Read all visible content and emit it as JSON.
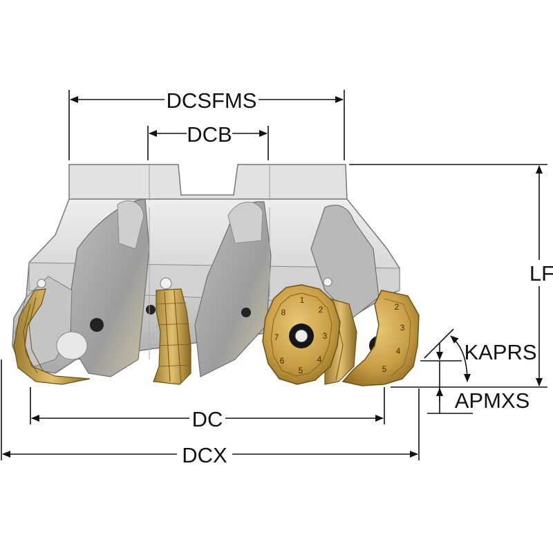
{
  "dimensions": {
    "dcsfms": "DCSFMS",
    "dcb": "DCB",
    "lf": "LF",
    "kaprs": "KAPRS",
    "apmxs": "APMXS",
    "dc": "DC",
    "dcx": "DCX"
  },
  "insert_markings": {
    "front_insert": [
      "1",
      "2",
      "3",
      "4",
      "5",
      "6",
      "7",
      "8"
    ],
    "right_insert": [
      "2",
      "3",
      "4",
      "5"
    ]
  },
  "colors": {
    "body_light": "#e6e6e6",
    "body_mid": "#c9c9c9",
    "body_dark": "#8f8f8f",
    "insert_gold": "#cda552",
    "insert_dark": "#8a6a22",
    "dimension_line": "#111111"
  }
}
